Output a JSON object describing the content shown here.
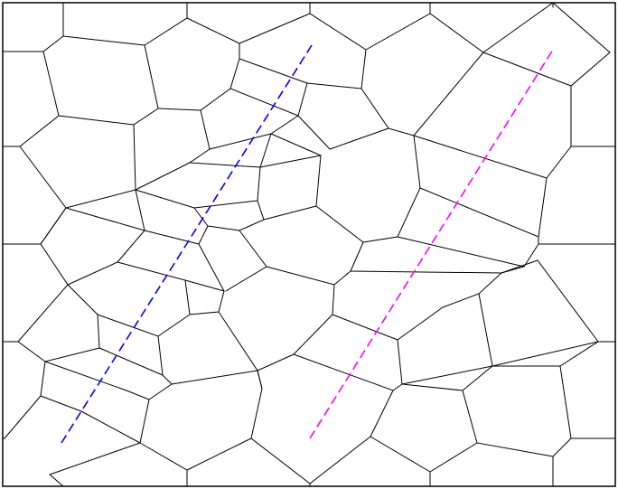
{
  "diagram": {
    "kind": "voronoi-mesh",
    "colors": {
      "background": "#ffffff",
      "edges": "#000000",
      "path_a": "#0000ff",
      "path_b": "#ff00ff"
    },
    "paths": [
      {
        "id": "path-a",
        "color": "#0000ff",
        "style": "dashed"
      },
      {
        "id": "path-b",
        "color": "#ff00ff",
        "style": "dashed"
      }
    ]
  }
}
